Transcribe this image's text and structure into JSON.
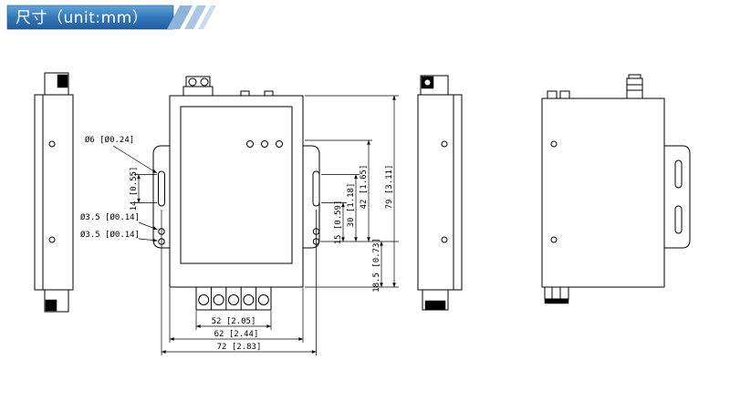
{
  "header": {
    "title": "尺寸（unit:mm）",
    "banner_color_top": "#62a4d8",
    "banner_color_bottom": "#205d9f"
  },
  "dimensions": {
    "hole_top": "Ø6 [Ø0.24]",
    "slot_length": "14 [0.55]",
    "hole_small_1": "Ø3.5 [Ø0.14]",
    "hole_small_2": "Ø3.5 [Ø0.14]",
    "v15": "15 [0.59]",
    "v30": "30 [1.18]",
    "v42": "42 [1.65]",
    "v79": "79 [3.11]",
    "v185": "18.5 [0.73]",
    "h52": "52 [2.05]",
    "h62": "62 [2.44]",
    "h72": "72 [2.83]"
  }
}
